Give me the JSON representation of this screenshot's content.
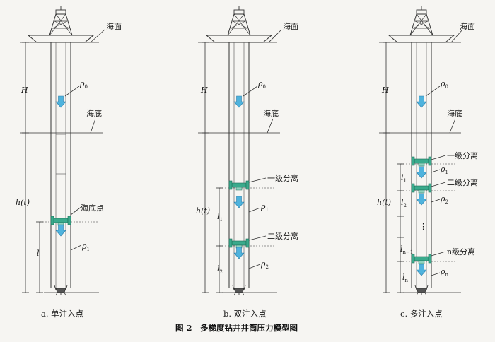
{
  "panels": [
    {
      "caption": "a. 单注入点",
      "sea_surface": "海面",
      "seabed": "海底",
      "H": "H",
      "h_t": "h(t)",
      "rho0": "ρ",
      "rho0_sub": "0",
      "inj_label": "海底点",
      "segments": [
        {
          "len": "l",
          "len_sub": "",
          "rho": "ρ",
          "rho_sub": "1"
        }
      ]
    },
    {
      "caption": "b. 双注入点",
      "sea_surface": "海面",
      "seabed": "海底",
      "H": "H",
      "h_t": "h(t)",
      "rho0": "ρ",
      "rho0_sub": "0",
      "sep_labels": [
        "一级分离",
        "二级分离"
      ],
      "segments": [
        {
          "len": "l",
          "len_sub": "1",
          "rho": "ρ",
          "rho_sub": "1"
        },
        {
          "len": "l",
          "len_sub": "2",
          "rho": "ρ",
          "rho_sub": "2"
        }
      ]
    },
    {
      "caption": "c. 多注入点",
      "sea_surface": "海面",
      "seabed": "海底",
      "H": "H",
      "h_t": "h(t)",
      "rho0": "ρ",
      "rho0_sub": "0",
      "sep_labels": [
        "一级分离",
        "二级分离",
        "n级分离"
      ],
      "dots": "⋮",
      "segments": [
        {
          "len": "l",
          "len_sub": "1",
          "rho": "ρ",
          "rho_sub": "1"
        },
        {
          "len": "l",
          "len_sub": "2",
          "rho": "ρ",
          "rho_sub": "2"
        },
        {
          "len": "l",
          "len_sub": "n−1",
          "rho": "",
          "rho_sub": ""
        },
        {
          "len": "l",
          "len_sub": "n",
          "rho": "ρ",
          "rho_sub": "n"
        }
      ]
    }
  ],
  "figure_title": "图 2　多梯度钻井井筒压力模型图",
  "colors": {
    "arrow_fill": "#4fb3dd",
    "arrow_stroke": "#2a7fab",
    "separator": "#3aaa8c",
    "separator_stroke": "#1d6e58",
    "line": "#333333"
  }
}
